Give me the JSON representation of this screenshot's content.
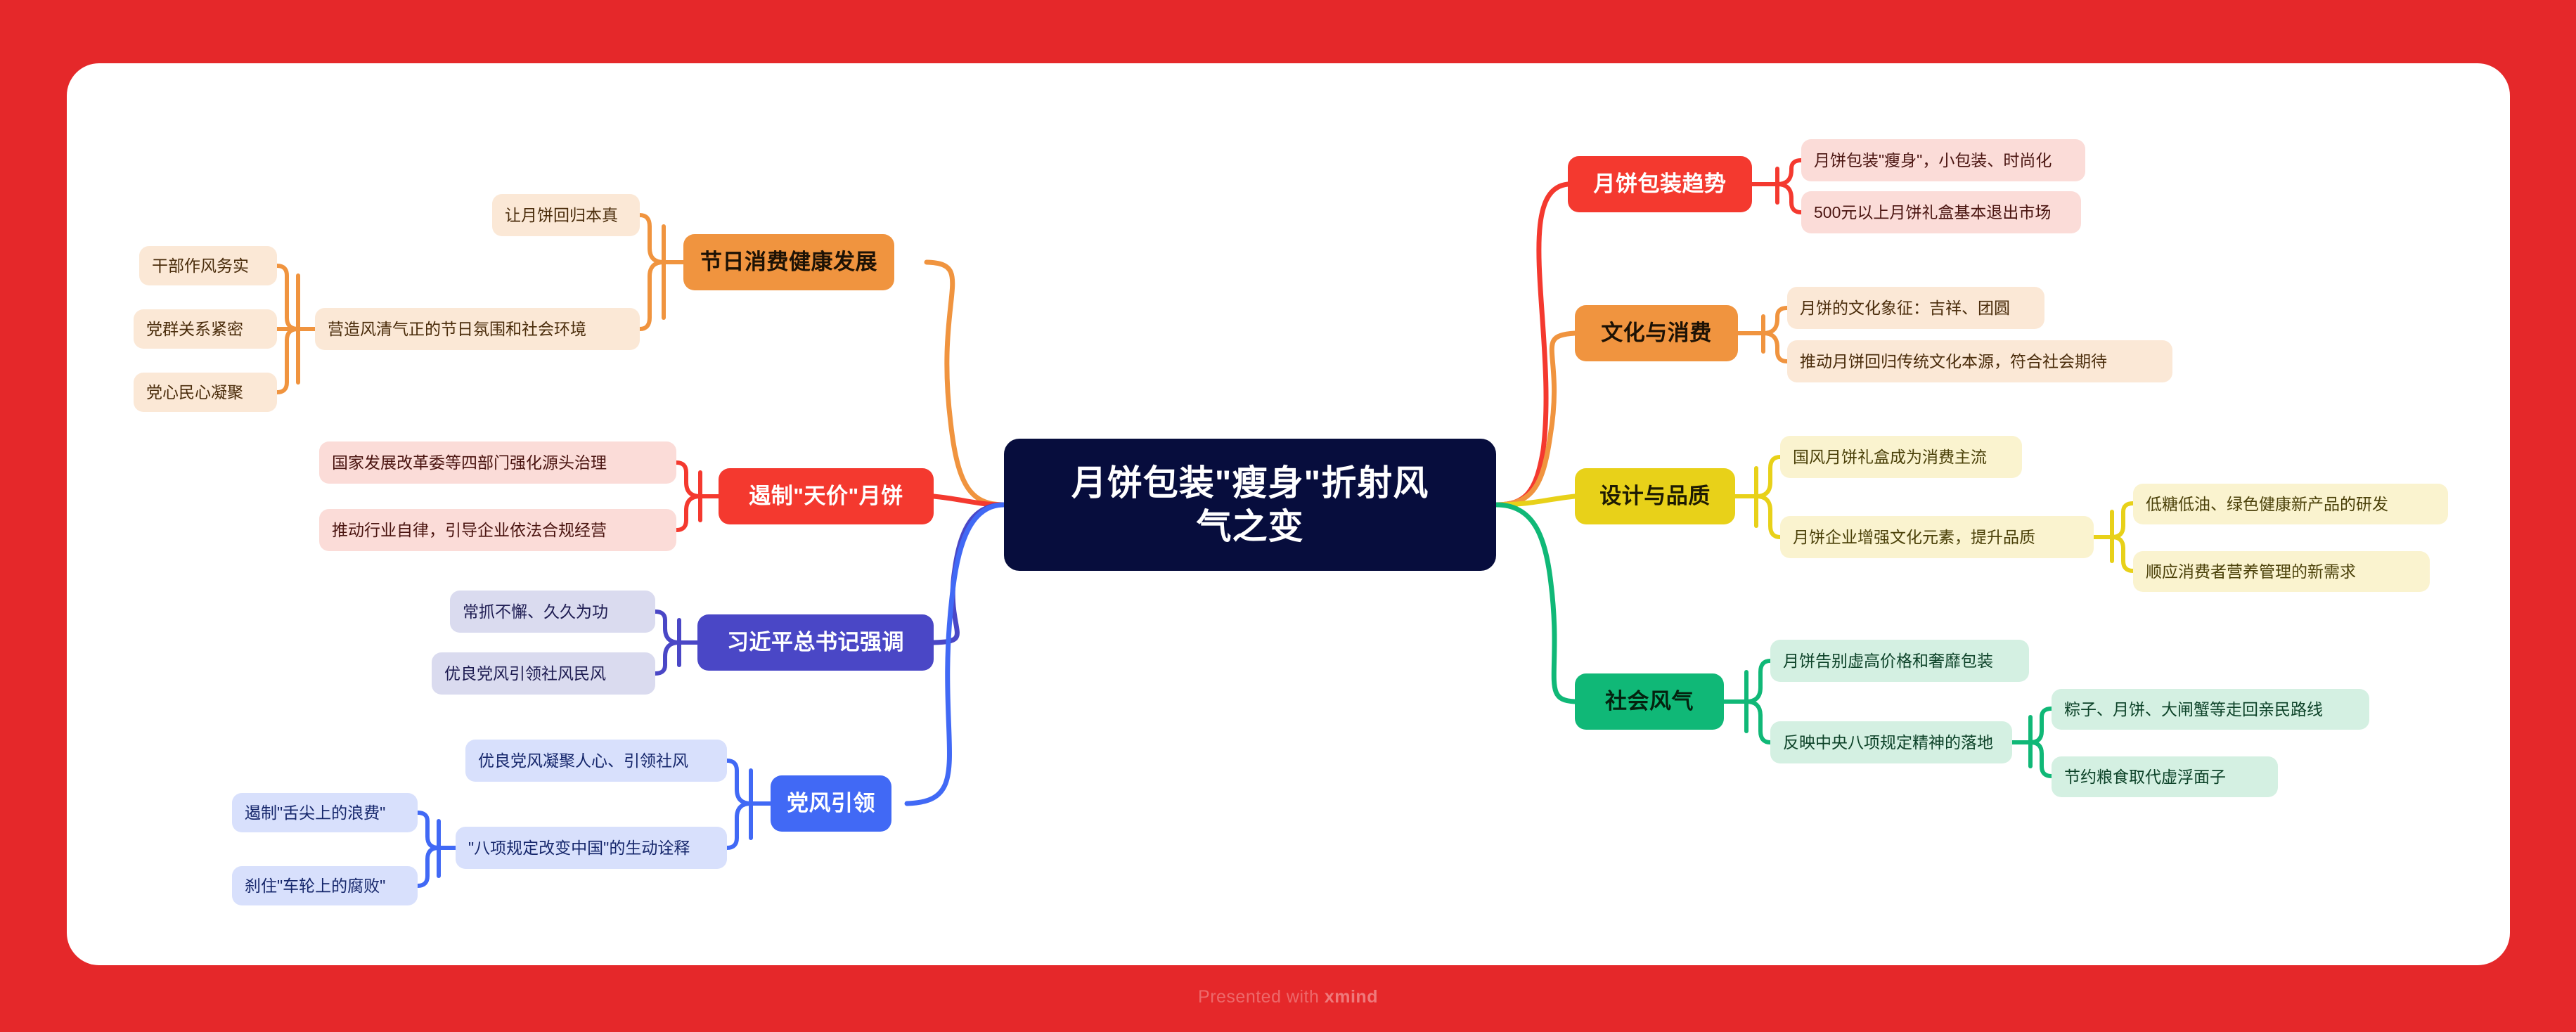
{
  "footer": {
    "prefix": "Presented with ",
    "brand": "xmind"
  },
  "colors": {
    "page_background": "#e5282a",
    "card_background": "#ffffff",
    "root_background": "#070d3d",
    "red": "#f4392f",
    "red_light": "#fbdcd8",
    "orange": "#f0943f",
    "orange_light": "#fbe8d6",
    "yellow": "#e8d119",
    "yellow_light": "#faf3cf",
    "green": "#10b877",
    "green_light": "#d4f0e2",
    "navy": "#4a47c6",
    "navy_light": "#dadbef",
    "blue": "#4169f5",
    "blue_light": "#d8e0fc"
  },
  "chart_data": {
    "type": "diagram",
    "diagram_type": "mindmap",
    "title": "月饼包装\"瘦身\"折射风气之变",
    "root": {
      "label": "月饼包装\"瘦身\"折射风气之变",
      "color": "#070d3d"
    },
    "branches": [
      {
        "label": "月饼包装趋势",
        "side": "right",
        "color": "#f4392f",
        "children": [
          {
            "label": "月饼包装\"瘦身\"，小包装、时尚化",
            "children": []
          },
          {
            "label": "500元以上月饼礼盒基本退出市场",
            "children": []
          }
        ]
      },
      {
        "label": "文化与消费",
        "side": "right",
        "color": "#f0943f",
        "children": [
          {
            "label": "月饼的文化象征：吉祥、团圆",
            "children": []
          },
          {
            "label": "推动月饼回归传统文化本源，符合社会期待",
            "children": []
          }
        ]
      },
      {
        "label": "设计与品质",
        "side": "right",
        "color": "#e8d119",
        "children": [
          {
            "label": "国风月饼礼盒成为消费主流",
            "children": []
          },
          {
            "label": "月饼企业增强文化元素，提升品质",
            "children": [
              {
                "label": "低糖低油、绿色健康新产品的研发"
              },
              {
                "label": "顺应消费者营养管理的新需求"
              }
            ]
          }
        ]
      },
      {
        "label": "社会风气",
        "side": "right",
        "color": "#10b877",
        "children": [
          {
            "label": "月饼告别虚高价格和奢靡包装",
            "children": []
          },
          {
            "label": "反映中央八项规定精神的落地",
            "children": [
              {
                "label": "粽子、月饼、大闸蟹等走回亲民路线"
              },
              {
                "label": "节约粮食取代虚浮面子"
              }
            ]
          }
        ]
      },
      {
        "label": "节日消费健康发展",
        "side": "left",
        "color": "#f0943f",
        "children": [
          {
            "label": "让月饼回归本真",
            "children": []
          },
          {
            "label": "营造风清气正的节日氛围和社会环境",
            "children": [
              {
                "label": "干部作风务实"
              },
              {
                "label": "党群关系紧密"
              },
              {
                "label": "党心民心凝聚"
              }
            ]
          }
        ]
      },
      {
        "label": "遏制\"天价\"月饼",
        "side": "left",
        "color": "#f4392f",
        "children": [
          {
            "label": "国家发展改革委等四部门强化源头治理",
            "children": []
          },
          {
            "label": "推动行业自律，引导企业依法合规经营",
            "children": []
          }
        ]
      },
      {
        "label": "习近平总书记强调",
        "side": "left",
        "color": "#4a47c6",
        "children": [
          {
            "label": "常抓不懈、久久为功",
            "children": []
          },
          {
            "label": "优良党风引领社风民风",
            "children": []
          }
        ]
      },
      {
        "label": "党风引领",
        "side": "left",
        "color": "#4169f5",
        "children": [
          {
            "label": "优良党风凝聚人心、引领社风",
            "children": []
          },
          {
            "label": "\"八项规定改变中国\"的生动诠释",
            "children": [
              {
                "label": "遏制\"舌尖上的浪费\""
              },
              {
                "label": "刹住\"车轮上的腐败\""
              }
            ]
          }
        ]
      }
    ]
  },
  "mindmap": {
    "root": "月饼包装\"瘦身\"折射风气之变",
    "root_line1": "月饼包装\"瘦身\"折射风",
    "root_line2": "气之变",
    "r1": {
      "title": "月饼包装趋势",
      "c1": "月饼包装\"瘦身\"，小包装、时尚化",
      "c2": "500元以上月饼礼盒基本退出市场"
    },
    "r2": {
      "title": "文化与消费",
      "c1": "月饼的文化象征：吉祥、团圆",
      "c2": "推动月饼回归传统文化本源，符合社会期待"
    },
    "r3": {
      "title": "设计与品质",
      "c1": "国风月饼礼盒成为消费主流",
      "c2": "月饼企业增强文化元素，提升品质",
      "g1": "低糖低油、绿色健康新产品的研发",
      "g2": "顺应消费者营养管理的新需求"
    },
    "r4": {
      "title": "社会风气",
      "c1": "月饼告别虚高价格和奢靡包装",
      "c2": "反映中央八项规定精神的落地",
      "g1": "粽子、月饼、大闸蟹等走回亲民路线",
      "g2": "节约粮食取代虚浮面子"
    },
    "l1": {
      "title": "节日消费健康发展",
      "c1": "让月饼回归本真",
      "c2": "营造风清气正的节日氛围和社会环境",
      "g1": "干部作风务实",
      "g2": "党群关系紧密",
      "g3": "党心民心凝聚"
    },
    "l2": {
      "title": "遏制\"天价\"月饼",
      "c1": "国家发展改革委等四部门强化源头治理",
      "c2": "推动行业自律，引导企业依法合规经营"
    },
    "l3": {
      "title": "习近平总书记强调",
      "c1": "常抓不懈、久久为功",
      "c2": "优良党风引领社风民风"
    },
    "l4": {
      "title": "党风引领",
      "c1": "优良党风凝聚人心、引领社风",
      "c2": "\"八项规定改变中国\"的生动诠释",
      "g1": "遏制\"舌尖上的浪费\"",
      "g2": "刹住\"车轮上的腐败\""
    }
  }
}
